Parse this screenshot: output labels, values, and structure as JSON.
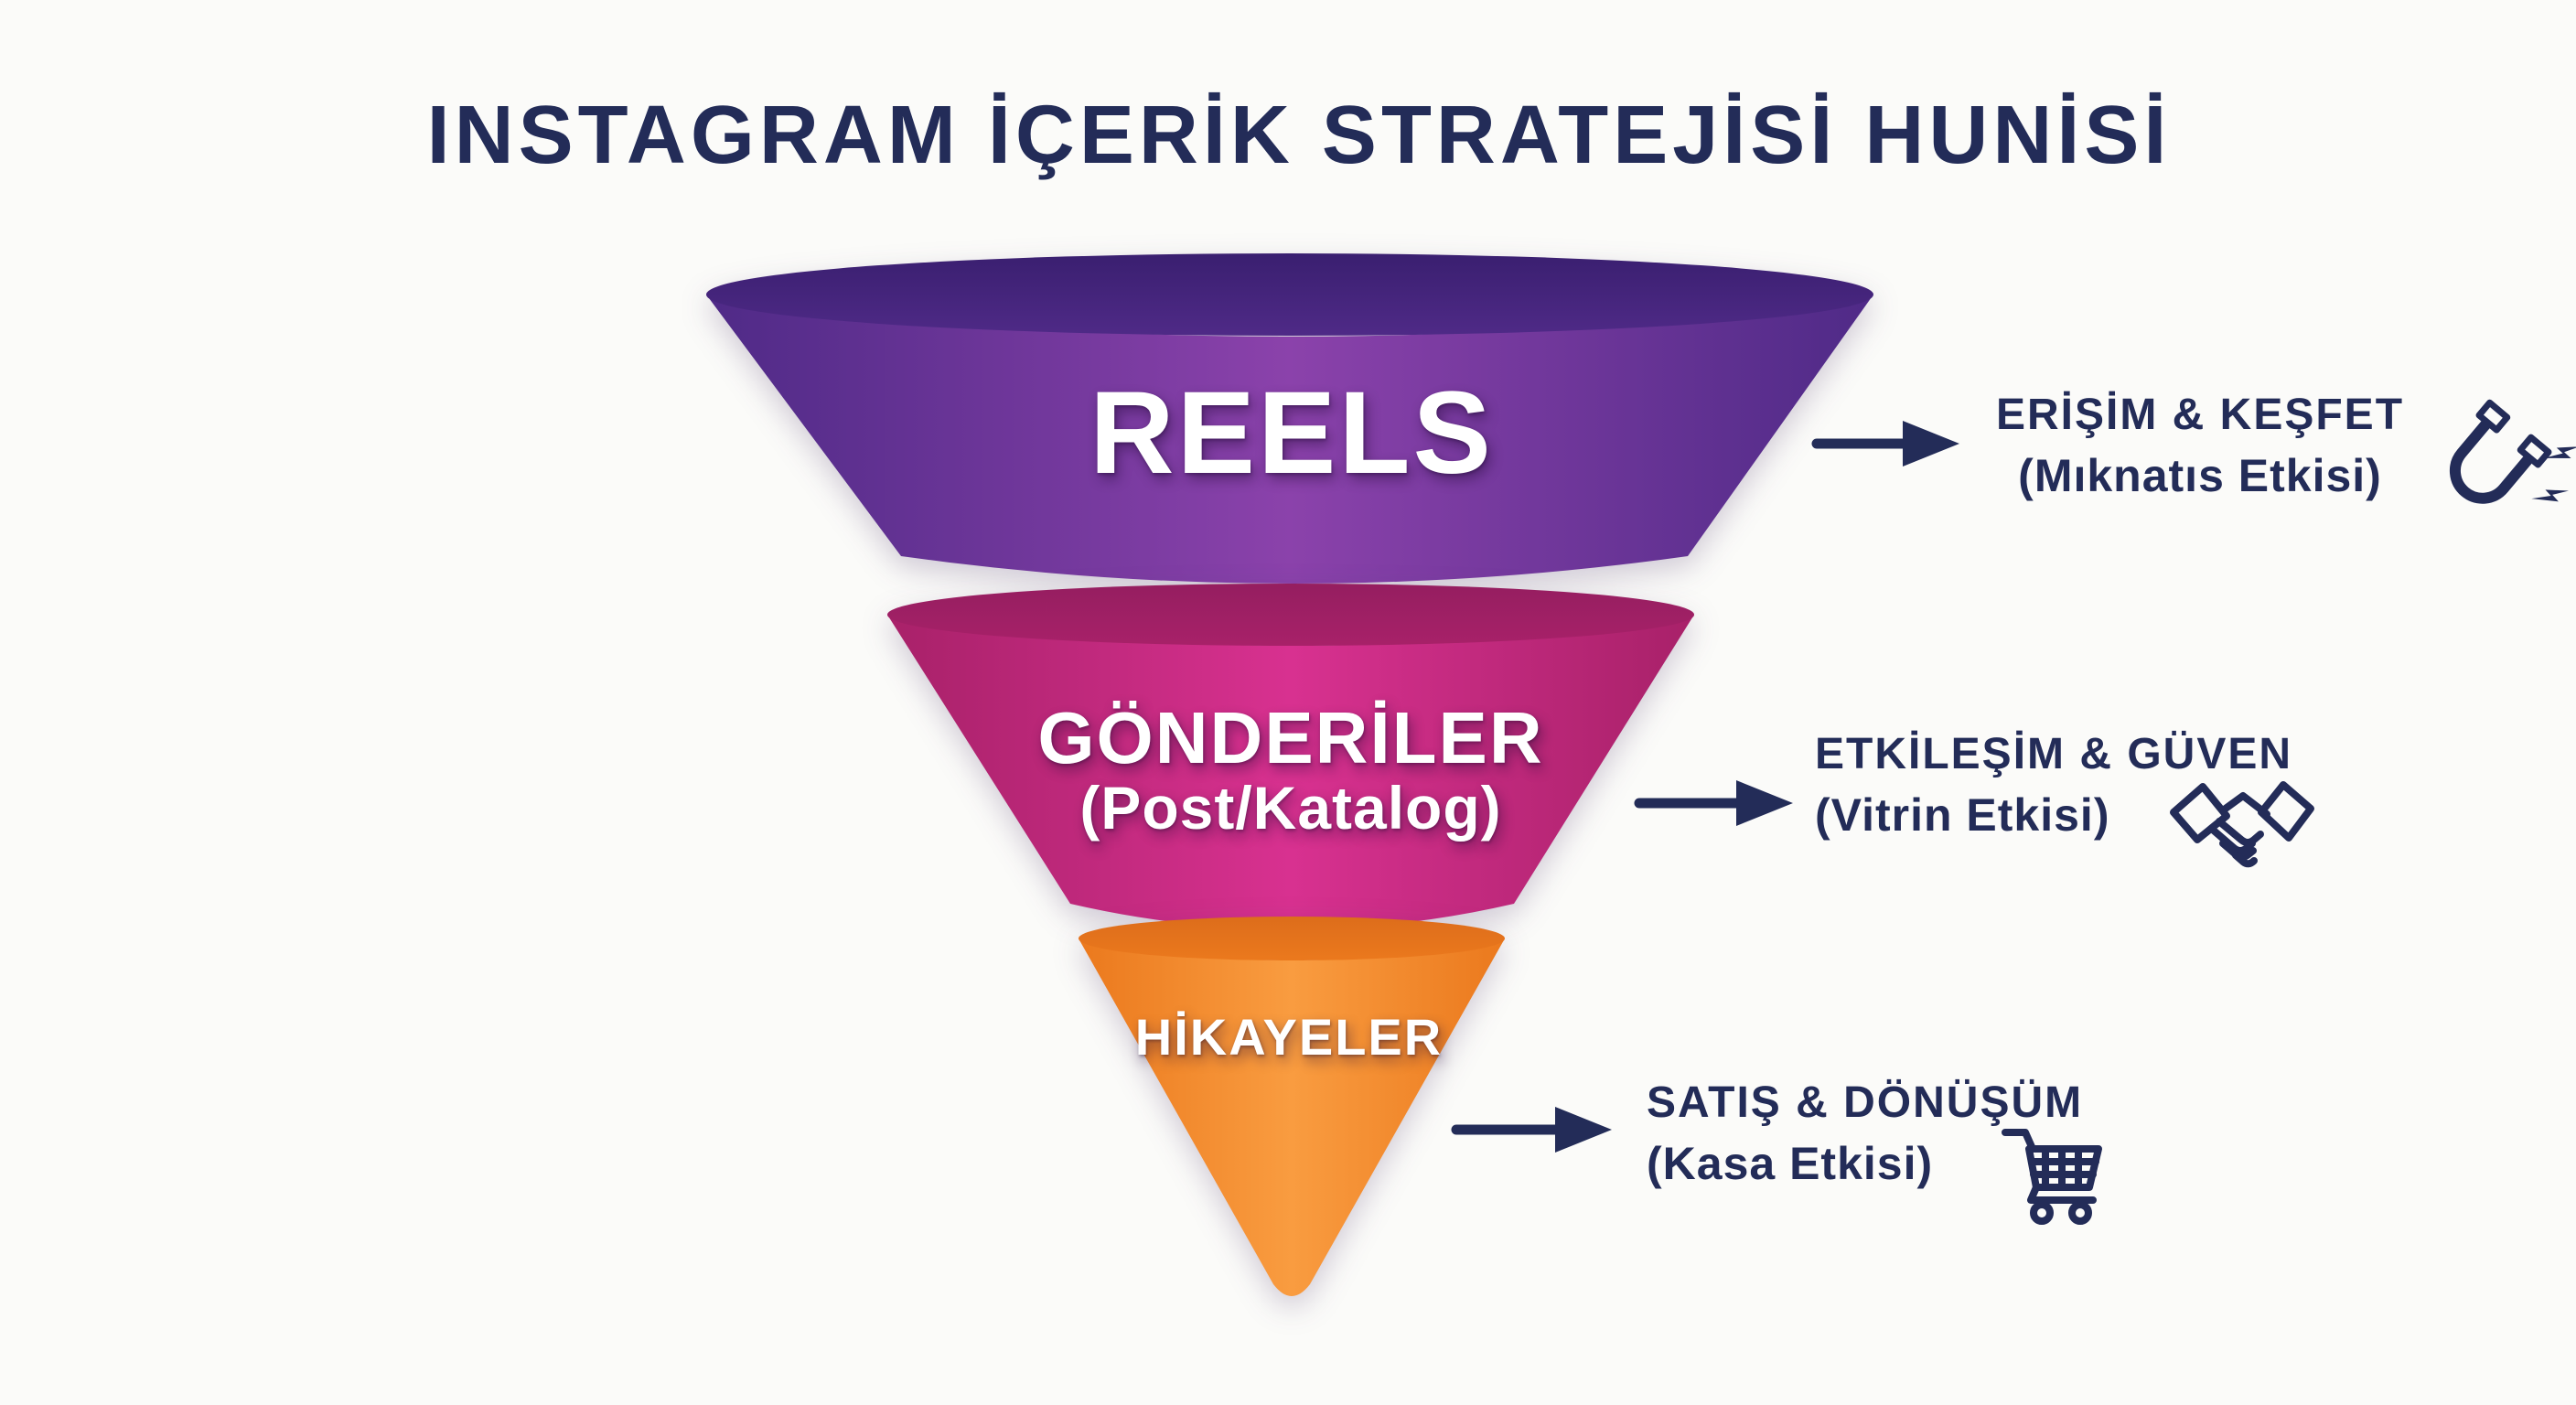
{
  "title": "INSTAGRAM İÇERİK STRATEJİSİ HUNİSİ",
  "funnel": {
    "stages": [
      {
        "id": "reels",
        "label": "REELS",
        "sublabel": ""
      },
      {
        "id": "gonderiler",
        "label": "GÖNDERİLER",
        "sublabel": "(Post/Katalog)"
      },
      {
        "id": "hikayeler",
        "label": "HİKAYELER",
        "sublabel": ""
      }
    ]
  },
  "annotations": [
    {
      "line1": "ERİŞİM & KEŞFET",
      "line2": "(Mıknatıs Etkisi)",
      "icon": "magnet-icon"
    },
    {
      "line1": "ETKİLEŞİM & GÜVEN",
      "line2": "(Vitrin Etkisi)",
      "icon": "handshake-icon"
    },
    {
      "line1": "SATIŞ & DÖNÜŞÜM",
      "line2": "(Kasa Etkisi)",
      "icon": "cart-icon"
    }
  ],
  "colors": {
    "navy": "#232c58",
    "background": "#fbfbf9",
    "label_text": "#ffffff",
    "purple": "#4f2a87",
    "purple_bright": "#8b42ab",
    "purple_deep": "#3a1f70",
    "magenta": "#a82169",
    "magenta_bright": "#d83190",
    "magenta_deep": "#951e60",
    "orange": "#eb791d",
    "orange_bright": "#f99c40",
    "orange_deep": "#dd6d1b"
  }
}
